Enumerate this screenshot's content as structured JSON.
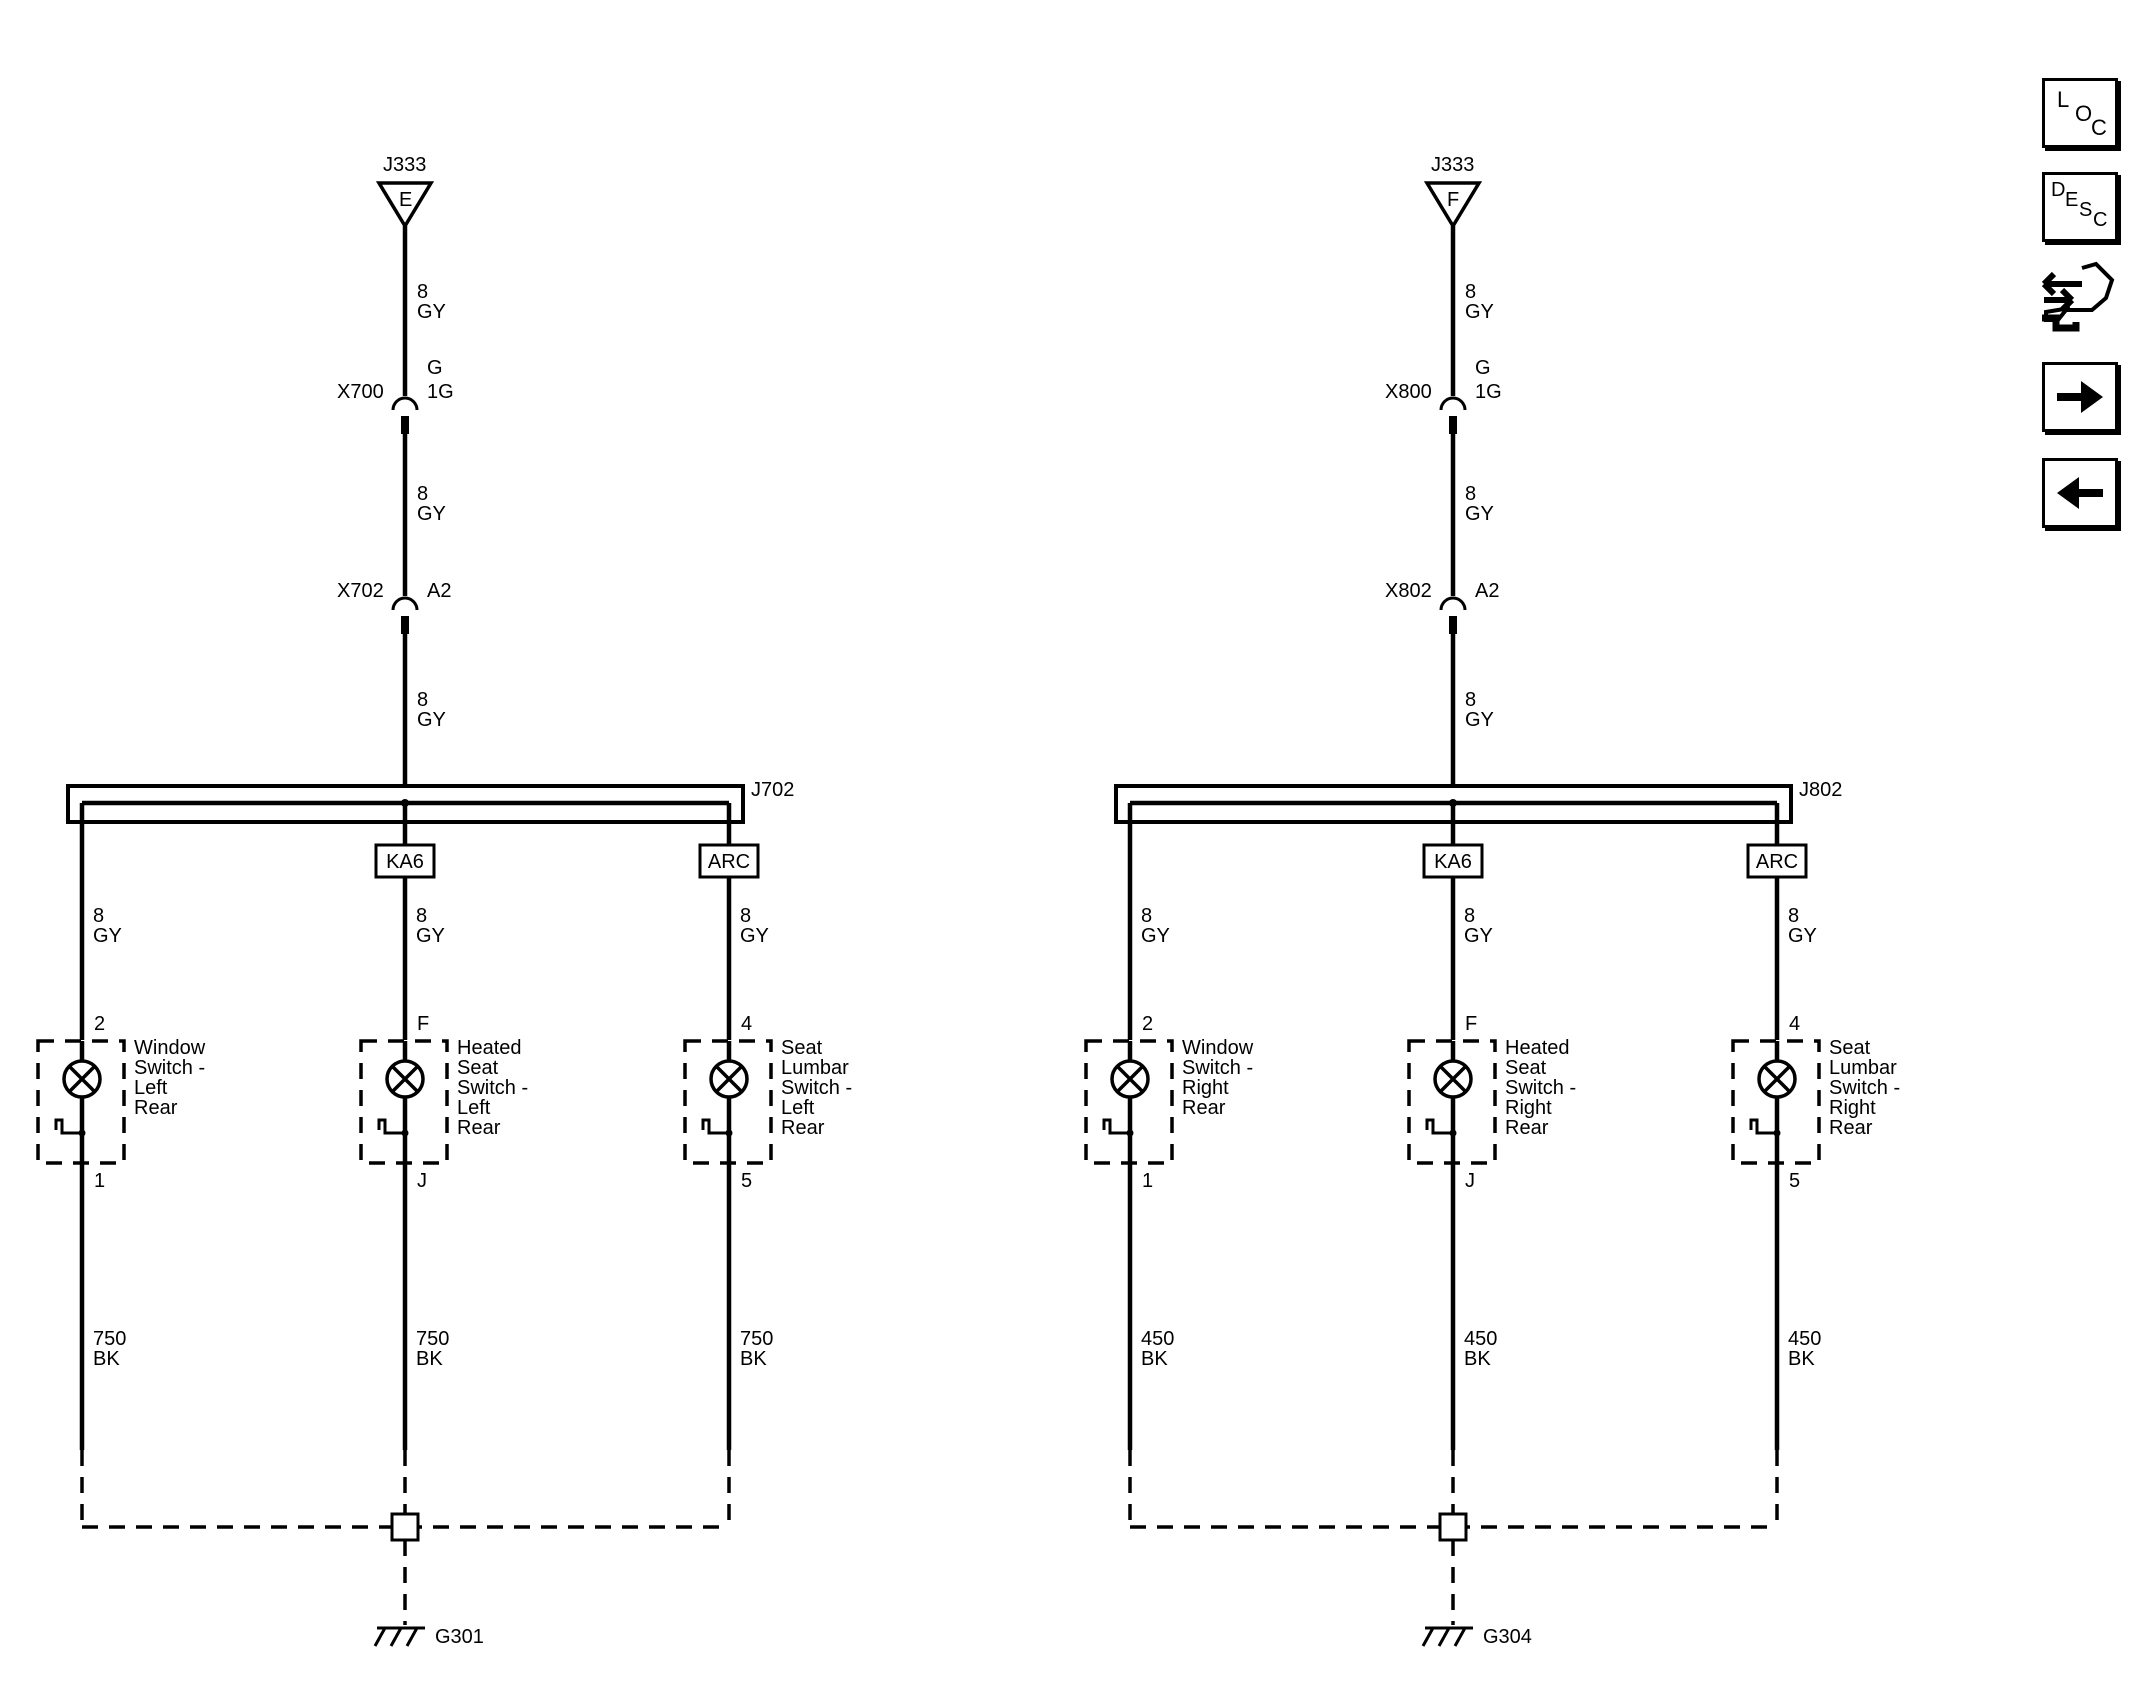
{
  "circuits": [
    {
      "feed": {
        "connector": "J333",
        "pin": "E"
      },
      "wire_top": {
        "size": "8",
        "color": "GY"
      },
      "conn1": {
        "name": "X700",
        "pin_top": "G",
        "pin_bot": "1G"
      },
      "wire_mid": {
        "size": "8",
        "color": "GY"
      },
      "conn2": {
        "name": "X702",
        "pin": "A2"
      },
      "wire_low": {
        "size": "8",
        "color": "GY"
      },
      "splice": "J702",
      "branches": [
        {
          "option": "",
          "wire": {
            "size": "8",
            "color": "GY"
          },
          "pin_top": "2",
          "pin_bot": "1",
          "name_lines": [
            "Window",
            "Switch -",
            "Left",
            "Rear"
          ],
          "ground_wire": {
            "size": "750",
            "color": "BK"
          }
        },
        {
          "option": "KA6",
          "wire": {
            "size": "8",
            "color": "GY"
          },
          "pin_top": "F",
          "pin_bot": "J",
          "name_lines": [
            "Heated",
            "Seat",
            "Switch -",
            "Left",
            "Rear"
          ],
          "ground_wire": {
            "size": "750",
            "color": "BK"
          }
        },
        {
          "option": "ARC",
          "wire": {
            "size": "8",
            "color": "GY"
          },
          "pin_top": "4",
          "pin_bot": "5",
          "name_lines": [
            "Seat",
            "Lumbar",
            "Switch -",
            "Left",
            "Rear"
          ],
          "ground_wire": {
            "size": "750",
            "color": "BK"
          }
        }
      ],
      "ground": "G301"
    },
    {
      "feed": {
        "connector": "J333",
        "pin": "F"
      },
      "wire_top": {
        "size": "8",
        "color": "GY"
      },
      "conn1": {
        "name": "X800",
        "pin_top": "G",
        "pin_bot": "1G"
      },
      "wire_mid": {
        "size": "8",
        "color": "GY"
      },
      "conn2": {
        "name": "X802",
        "pin": "A2"
      },
      "wire_low": {
        "size": "8",
        "color": "GY"
      },
      "splice": "J802",
      "branches": [
        {
          "option": "",
          "wire": {
            "size": "8",
            "color": "GY"
          },
          "pin_top": "2",
          "pin_bot": "1",
          "name_lines": [
            "Window",
            "Switch -",
            "Right",
            "Rear"
          ],
          "ground_wire": {
            "size": "450",
            "color": "BK"
          }
        },
        {
          "option": "KA6",
          "wire": {
            "size": "8",
            "color": "GY"
          },
          "pin_top": "F",
          "pin_bot": "J",
          "name_lines": [
            "Heated",
            "Seat",
            "Switch -",
            "Right",
            "Rear"
          ],
          "ground_wire": {
            "size": "450",
            "color": "BK"
          }
        },
        {
          "option": "ARC",
          "wire": {
            "size": "8",
            "color": "GY"
          },
          "pin_top": "4",
          "pin_bot": "5",
          "name_lines": [
            "Seat",
            "Lumbar",
            "Switch -",
            "Right",
            "Rear"
          ],
          "ground_wire": {
            "size": "450",
            "color": "BK"
          }
        }
      ],
      "ground": "G304"
    }
  ],
  "nav": {
    "loc": {
      "l1": "L",
      "l2": "O",
      "l3": "C"
    },
    "desc": {
      "l1": "D",
      "l2": "E",
      "l3": "S",
      "l4": "C"
    },
    "connector_icon": "connector-icon",
    "next_icon": "arrow-right-icon",
    "prev_icon": "arrow-left-icon"
  }
}
